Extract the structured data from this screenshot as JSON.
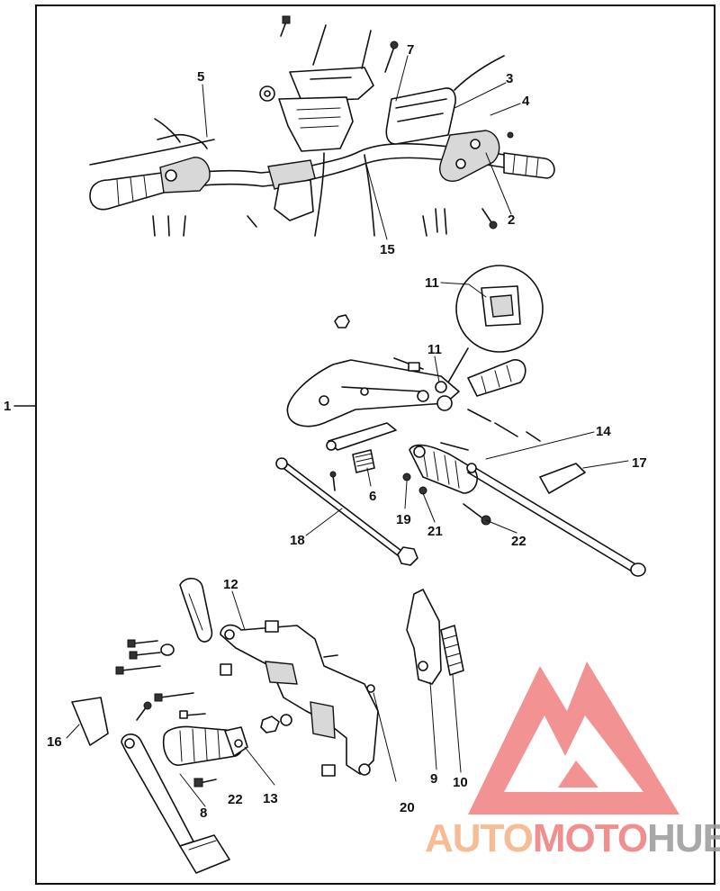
{
  "diagram": {
    "group_label": "1",
    "part_labels": [
      {
        "id": "2",
        "text": "2"
      },
      {
        "id": "3",
        "text": "3"
      },
      {
        "id": "4",
        "text": "4"
      },
      {
        "id": "5",
        "text": "5"
      },
      {
        "id": "6",
        "text": "6"
      },
      {
        "id": "7",
        "text": "7"
      },
      {
        "id": "8",
        "text": "8"
      },
      {
        "id": "9",
        "text": "9"
      },
      {
        "id": "10",
        "text": "10"
      },
      {
        "id": "11a",
        "text": "11"
      },
      {
        "id": "11b",
        "text": "11"
      },
      {
        "id": "12",
        "text": "12"
      },
      {
        "id": "13",
        "text": "13"
      },
      {
        "id": "14",
        "text": "14"
      },
      {
        "id": "15",
        "text": "15"
      },
      {
        "id": "16",
        "text": "16"
      },
      {
        "id": "17",
        "text": "17"
      },
      {
        "id": "18",
        "text": "18"
      },
      {
        "id": "19",
        "text": "19"
      },
      {
        "id": "20",
        "text": "20"
      },
      {
        "id": "21",
        "text": "21"
      },
      {
        "id": "22a",
        "text": "22"
      },
      {
        "id": "22b",
        "text": "22"
      }
    ]
  },
  "watermark": {
    "part1": "AUTO",
    "part2": "MOTO",
    "part3": "HUB",
    "colors": {
      "orange": "#f5b183",
      "red": "#ef7b7b",
      "gray": "#9a9a9a",
      "triangle": "#f08080"
    }
  }
}
